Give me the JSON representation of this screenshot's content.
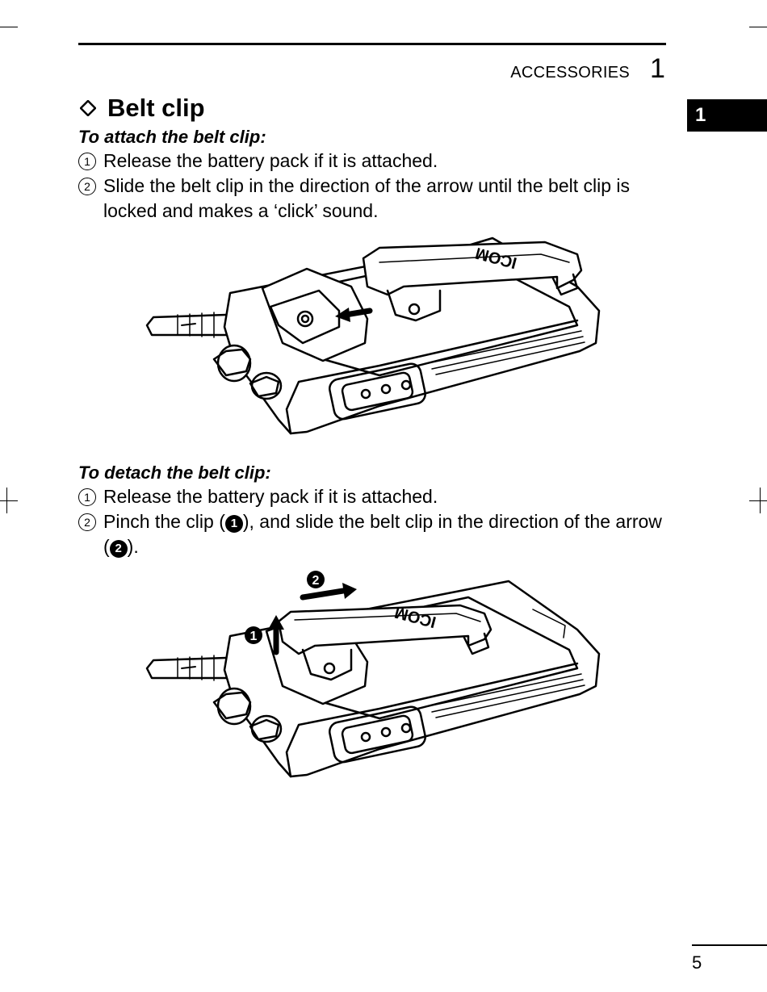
{
  "header": {
    "section_title": "ACCESSORIES",
    "chapter_number": "1"
  },
  "chapter_tab": {
    "label": "1"
  },
  "section": {
    "heading": "Belt clip",
    "heading_icon": "diamond-outline-icon"
  },
  "attach": {
    "subheading": "To attach the belt clip:",
    "steps": [
      {
        "marker": "1",
        "text": "Release the battery pack if it is attached."
      },
      {
        "marker": "2",
        "text": "Slide the belt clip in the direction of the arrow until the belt clip is locked and makes a ‘click’ sound."
      }
    ],
    "figure_brand": "ICOM"
  },
  "detach": {
    "subheading": "To detach the belt clip:",
    "steps": [
      {
        "marker": "1",
        "text": "Release the battery pack if it is attached."
      },
      {
        "marker": "2",
        "text_before": "Pinch the clip (",
        "callout_1": "1",
        "text_middle": "), and slide the belt clip in the direction of the arrow (",
        "callout_2": "2",
        "text_after": ")."
      }
    ],
    "figure_brand": "ICOM",
    "figure_callouts": [
      "1",
      "2"
    ]
  },
  "footer": {
    "page_number": "5"
  }
}
